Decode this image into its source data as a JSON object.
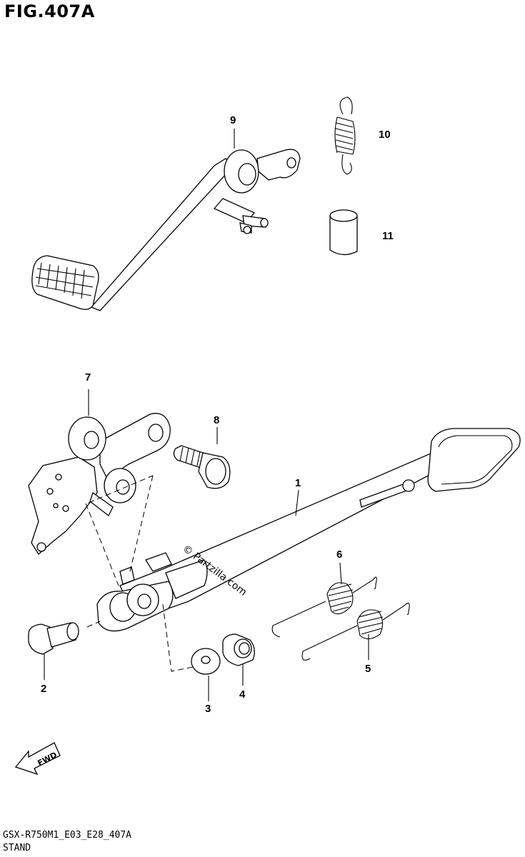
{
  "figure": {
    "title": "FIG.407A",
    "model_code": "GSX-R750M1_E03_E28_407A",
    "section": "STAND"
  },
  "callouts": [
    {
      "number": "1"
    },
    {
      "number": "2"
    },
    {
      "number": "3"
    },
    {
      "number": "4"
    },
    {
      "number": "5"
    },
    {
      "number": "6"
    },
    {
      "number": "7"
    },
    {
      "number": "8"
    },
    {
      "number": "9"
    },
    {
      "number": "10"
    },
    {
      "number": "11"
    }
  ],
  "watermark": "© Partzilla.com",
  "direction_indicator": {
    "label": "FWD",
    "icon": "forward-arrow-icon"
  }
}
